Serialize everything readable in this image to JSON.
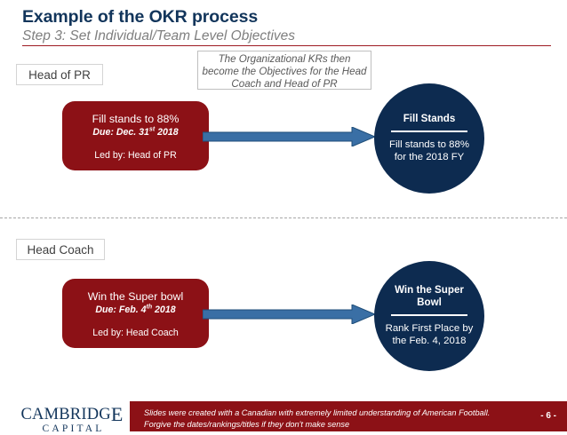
{
  "header": {
    "title": "Example of the OKR process",
    "subtitle": "Step 3: Set Individual/Team Level Objectives",
    "rule_color": "#9E1B22",
    "title_color": "#12355B",
    "subtitle_color": "#7F7F7F"
  },
  "center_note": {
    "line1": "The Organizational KRs then",
    "line2": "become the Objectives for the Head",
    "line3": "Coach and Head of PR"
  },
  "sections": [
    {
      "role_label": "Head of PR",
      "card": {
        "objective": "Fill stands to 88%",
        "due_prefix": "Due: Dec. 31",
        "due_suffix": "st",
        "due_year": " 2018",
        "led_by": "Led by: Head of PR",
        "color": "#8C1116"
      },
      "arrow": {
        "name": "flow-arrow",
        "color": "#3A6FA5",
        "border_color": "#1F4E79"
      },
      "circle": {
        "title": "Fill Stands",
        "body_line1": "Fill stands to 88%",
        "body_line2": "for the 2018 FY",
        "color": "#0D2B50"
      }
    },
    {
      "role_label": "Head Coach",
      "card": {
        "objective": "Win the Super bowl",
        "due_prefix": "Due: Feb. 4",
        "due_suffix": "th",
        "due_year": " 2018",
        "led_by": "Led by: Head Coach",
        "color": "#8C1116"
      },
      "arrow": {
        "name": "flow-arrow",
        "color": "#3A6FA5",
        "border_color": "#1F4E79"
      },
      "circle": {
        "title_line1": "Win the Super",
        "title_line2": "Bowl",
        "body_line1": "Rank First Place by",
        "body_line2": "the Feb. 4, 2018",
        "color": "#0D2B50"
      }
    }
  ],
  "footer": {
    "note_line1": "Slides were created with a Canadian with extremely limited understanding of American Football.",
    "note_line2": "Forgive the dates/rankings/titles if they don't make sense",
    "page_number": "- 6 -",
    "band_color": "#8C1116",
    "logo": {
      "word_a": "CAMBRIDG",
      "word_b": "E",
      "subtitle": "CAPITAL"
    }
  }
}
